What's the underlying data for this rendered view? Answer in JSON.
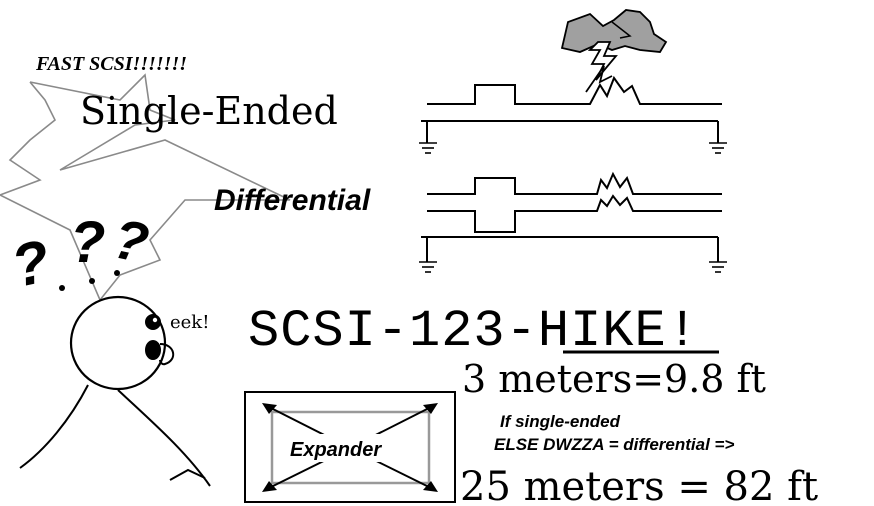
{
  "texts": {
    "fast_scsi": "FAST SCSI!!!!!!!",
    "single_ended": "Single-Ended",
    "differential": "Differential",
    "question_marks": "?.?.?",
    "eek": "eek!",
    "scsi_prefix": "SCSI-123-",
    "hike": "HIKE",
    "exclaim": "!",
    "three_meters": "3 meters=9.8 ft",
    "if_single_ended": "If single-ended",
    "else_dwzza": "ELSE DWZZA = differential =>",
    "twentyfive_meters": "25 meters = 82 ft",
    "expander": "Expander"
  },
  "colors": {
    "cloud_fill": "#a0a0a0",
    "spike_stroke": "#808080",
    "expander_inner": "#999999"
  }
}
